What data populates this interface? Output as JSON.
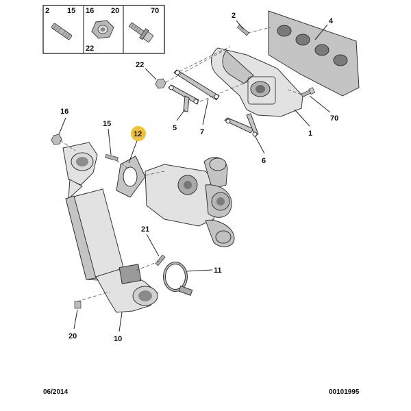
{
  "legend_box": {
    "cells": [
      {
        "numbers": [
          "2",
          "15"
        ],
        "bottom": "",
        "icon": "stud-icon"
      },
      {
        "numbers": [
          "16",
          "20"
        ],
        "bottom": "22",
        "icon": "nut-icon"
      },
      {
        "numbers": [
          "70"
        ],
        "bottom": "",
        "icon": "bolt-icon"
      }
    ]
  },
  "callouts": [
    {
      "id": "c2",
      "text": "2"
    },
    {
      "id": "c4",
      "text": "4"
    },
    {
      "id": "c22",
      "text": "22"
    },
    {
      "id": "c16",
      "text": "16"
    },
    {
      "id": "c15",
      "text": "15"
    },
    {
      "id": "c12",
      "text": "12",
      "highlight": true
    },
    {
      "id": "c5",
      "text": "5"
    },
    {
      "id": "c7",
      "text": "7"
    },
    {
      "id": "c70",
      "text": "70"
    },
    {
      "id": "c1",
      "text": "1"
    },
    {
      "id": "c6",
      "text": "6"
    },
    {
      "id": "c21",
      "text": "21"
    },
    {
      "id": "c11",
      "text": "11"
    },
    {
      "id": "c20",
      "text": "20"
    },
    {
      "id": "c10",
      "text": "10"
    }
  ],
  "highlight_color": "#f2c232",
  "footer": {
    "date": "06/2014",
    "code": "00101995"
  }
}
